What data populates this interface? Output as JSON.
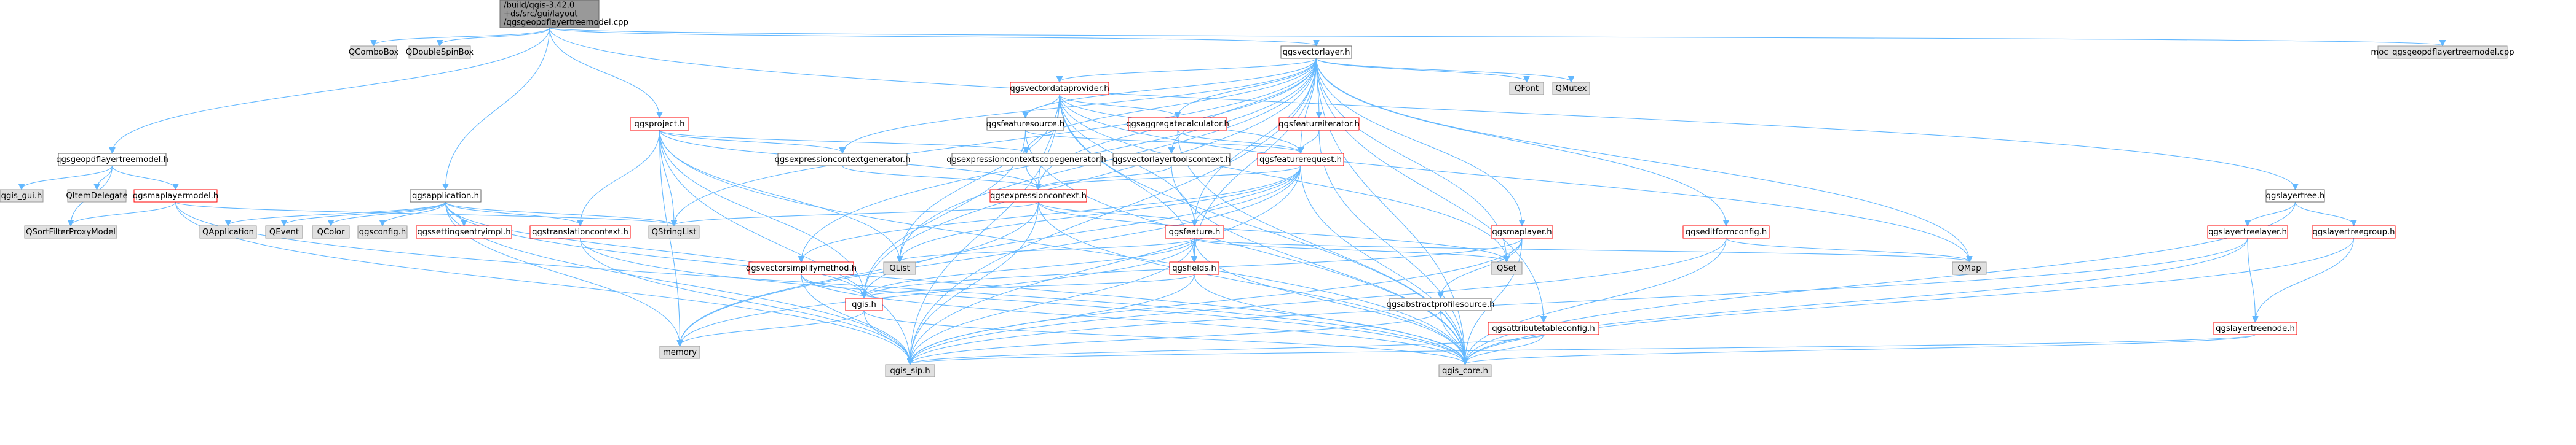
{
  "graph": {
    "colors": {
      "root_fill": "#999999",
      "root_border": "#666666",
      "plain_fill": "#ffffff",
      "plain_border": "#666666",
      "external_fill": "#e0e0e0",
      "external_border": "#999999",
      "incomplete_border": "#ff0000",
      "edge": "#63b8ff"
    },
    "nodes": [
      {
        "id": "root",
        "kind": "root",
        "lines": [
          "/build/qgis-3.42.0",
          "+ds/src/gui/layout",
          "/qgsgeopdflayertreemodel.cpp"
        ]
      },
      {
        "id": "qcombobox",
        "kind": "external",
        "lines": [
          "QComboBox"
        ]
      },
      {
        "id": "qdoublespinbox",
        "kind": "external",
        "lines": [
          "QDoubleSpinBox"
        ]
      },
      {
        "id": "qgsvectorlayer",
        "kind": "plain",
        "lines": [
          "qgsvectorlayer.h"
        ]
      },
      {
        "id": "moc",
        "kind": "external",
        "lines": [
          "moc_qgsgeopdflayertreemodel.cpp"
        ]
      },
      {
        "id": "qgsvectordataprovider",
        "kind": "incomplete",
        "lines": [
          "qgsvectordataprovider.h"
        ]
      },
      {
        "id": "qfont",
        "kind": "external",
        "lines": [
          "QFont"
        ]
      },
      {
        "id": "qmutex",
        "kind": "external",
        "lines": [
          "QMutex"
        ]
      },
      {
        "id": "qgsproject",
        "kind": "incomplete",
        "lines": [
          "qgsproject.h"
        ]
      },
      {
        "id": "qgsfeaturesource",
        "kind": "plain",
        "lines": [
          "qgsfeaturesource.h"
        ]
      },
      {
        "id": "qgsaggregatecalculator",
        "kind": "incomplete",
        "lines": [
          "qgsaggregatecalculator.h"
        ]
      },
      {
        "id": "qgsfeatureiterator",
        "kind": "incomplete",
        "lines": [
          "qgsfeatureiterator.h"
        ]
      },
      {
        "id": "qgsgeopdflayertreemodel",
        "kind": "plain",
        "lines": [
          "qgsgeopdflayertreemodel.h"
        ]
      },
      {
        "id": "qgsexpressioncontextgenerator",
        "kind": "plain",
        "lines": [
          "qgsexpressioncontextgenerator.h"
        ]
      },
      {
        "id": "qgsexpressioncontextscopegenerator",
        "kind": "plain",
        "lines": [
          "qgsexpressioncontextscopegenerator.h"
        ]
      },
      {
        "id": "qgsvectorlayertoolscontext",
        "kind": "plain",
        "lines": [
          "qgsvectorlayertoolscontext.h"
        ]
      },
      {
        "id": "qgsfeaturerequest",
        "kind": "incomplete",
        "lines": [
          "qgsfeaturerequest.h"
        ]
      },
      {
        "id": "qgis_gui",
        "kind": "external",
        "lines": [
          "qgis_gui.h"
        ]
      },
      {
        "id": "qitemdelegate",
        "kind": "external",
        "lines": [
          "QItemDelegate"
        ]
      },
      {
        "id": "qgsmaplayermodel",
        "kind": "incomplete",
        "lines": [
          "qgsmaplayermodel.h"
        ]
      },
      {
        "id": "qgsapplication",
        "kind": "plain",
        "lines": [
          "qgsapplication.h"
        ]
      },
      {
        "id": "qgsexpressioncontext",
        "kind": "incomplete",
        "lines": [
          "qgsexpressioncontext.h"
        ]
      },
      {
        "id": "qgslayertree",
        "kind": "plain",
        "lines": [
          "qgslayertree.h"
        ]
      },
      {
        "id": "qsortfilterproxymodel",
        "kind": "external",
        "lines": [
          "QSortFilterProxyModel"
        ]
      },
      {
        "id": "qapplication",
        "kind": "external",
        "lines": [
          "QApplication"
        ]
      },
      {
        "id": "qevent",
        "kind": "external",
        "lines": [
          "QEvent"
        ]
      },
      {
        "id": "qcolor",
        "kind": "external",
        "lines": [
          "QColor"
        ]
      },
      {
        "id": "qgsconfig",
        "kind": "external",
        "lines": [
          "qgsconfig.h"
        ]
      },
      {
        "id": "qgssettingsentryimpl",
        "kind": "incomplete",
        "lines": [
          "qgssettingsentryimpl.h"
        ]
      },
      {
        "id": "qgstranslationcontext",
        "kind": "incomplete",
        "lines": [
          "qgstranslationcontext.h"
        ]
      },
      {
        "id": "qstringlist",
        "kind": "external",
        "lines": [
          "QStringList"
        ]
      },
      {
        "id": "qgsfeature",
        "kind": "incomplete",
        "lines": [
          "qgsfeature.h"
        ]
      },
      {
        "id": "qgsmaplayer",
        "kind": "incomplete",
        "lines": [
          "qgsmaplayer.h"
        ]
      },
      {
        "id": "qgseditformconfig",
        "kind": "incomplete",
        "lines": [
          "qgseditformconfig.h"
        ]
      },
      {
        "id": "qgslayertreelayer",
        "kind": "incomplete",
        "lines": [
          "qgslayertreelayer.h"
        ]
      },
      {
        "id": "qgslayertreegroup",
        "kind": "incomplete",
        "lines": [
          "qgslayertreegroup.h"
        ]
      },
      {
        "id": "qmap",
        "kind": "external",
        "lines": [
          "QMap"
        ]
      },
      {
        "id": "qlist",
        "kind": "external",
        "lines": [
          "QList"
        ]
      },
      {
        "id": "qset",
        "kind": "external",
        "lines": [
          "QSet"
        ]
      },
      {
        "id": "qgsvectorsimplifymethod",
        "kind": "incomplete",
        "lines": [
          "qgsvectorsimplifymethod.h"
        ]
      },
      {
        "id": "qgsfields",
        "kind": "incomplete",
        "lines": [
          "qgsfields.h"
        ]
      },
      {
        "id": "qgis",
        "kind": "incomplete",
        "lines": [
          "qgis.h"
        ]
      },
      {
        "id": "qgsabstractprofilesource",
        "kind": "plain",
        "lines": [
          "qgsabstractprofilesource.h"
        ]
      },
      {
        "id": "qgsattributetableconfig",
        "kind": "incomplete",
        "lines": [
          "qgsattributetableconfig.h"
        ]
      },
      {
        "id": "qgslayertreenode",
        "kind": "incomplete",
        "lines": [
          "qgslayertreenode.h"
        ]
      },
      {
        "id": "memory",
        "kind": "external",
        "lines": [
          "memory"
        ]
      },
      {
        "id": "qgis_sip",
        "kind": "external",
        "lines": [
          "qgis_sip.h"
        ]
      },
      {
        "id": "qgis_core",
        "kind": "external",
        "lines": [
          "qgis_core.h"
        ]
      }
    ],
    "edges": [
      [
        "root",
        "qcombobox"
      ],
      [
        "root",
        "qdoublespinbox"
      ],
      [
        "root",
        "qgsvectorlayer"
      ],
      [
        "root",
        "moc"
      ],
      [
        "root",
        "qgsproject"
      ],
      [
        "root",
        "qgsgeopdflayertreemodel"
      ],
      [
        "root",
        "qgsapplication"
      ],
      [
        "root",
        "qgslayertree"
      ],
      [
        "qgsvectorlayer",
        "qgsvectordataprovider"
      ],
      [
        "qgsvectorlayer",
        "qfont"
      ],
      [
        "qgsvectorlayer",
        "qmutex"
      ],
      [
        "qgsvectorlayer",
        "qgsfeaturesource"
      ],
      [
        "qgsvectorlayer",
        "qgsaggregatecalculator"
      ],
      [
        "qgsvectorlayer",
        "qgsfeatureiterator"
      ],
      [
        "qgsvectorlayer",
        "qgsexpressioncontextgenerator"
      ],
      [
        "qgsvectorlayer",
        "qgsexpressioncontextscopegenerator"
      ],
      [
        "qgsvectorlayer",
        "qgsvectorlayertoolscontext"
      ],
      [
        "qgsvectorlayer",
        "qgsfeaturerequest"
      ],
      [
        "qgsvectorlayer",
        "qgsexpressioncontext"
      ],
      [
        "qgsvectorlayer",
        "qgsfeature"
      ],
      [
        "qgsvectorlayer",
        "qgsmaplayer"
      ],
      [
        "qgsvectorlayer",
        "qgseditformconfig"
      ],
      [
        "qgsvectorlayer",
        "qgsattributetableconfig"
      ],
      [
        "qgsvectorlayer",
        "qgsvectorsimplifymethod"
      ],
      [
        "qgsvectorlayer",
        "qgsfields"
      ],
      [
        "qgsvectorlayer",
        "qstringlist"
      ],
      [
        "qgsvectorlayer",
        "qlist"
      ],
      [
        "qgsvectorlayer",
        "qset"
      ],
      [
        "qgsvectorlayer",
        "qmap"
      ],
      [
        "qgsvectorlayer",
        "qgis"
      ],
      [
        "qgsvectorlayer",
        "qgis_sip"
      ],
      [
        "qgsvectorlayer",
        "qgis_core"
      ],
      [
        "qgsvectordataprovider",
        "qgsfeaturesource"
      ],
      [
        "qgsvectordataprovider",
        "qgsaggregatecalculator"
      ],
      [
        "qgsvectordataprovider",
        "qgsfeaturerequest"
      ],
      [
        "qgsvectordataprovider",
        "qgsfeature"
      ],
      [
        "qgsvectordataprovider",
        "qgsfields"
      ],
      [
        "qgsvectordataprovider",
        "qgsexpressioncontext"
      ],
      [
        "qgsvectordataprovider",
        "qlist"
      ],
      [
        "qgsvectordataprovider",
        "qset"
      ],
      [
        "qgsvectordataprovider",
        "qmap"
      ],
      [
        "qgsvectordataprovider",
        "qgis_sip"
      ],
      [
        "qgsvectordataprovider",
        "qgis_core"
      ],
      [
        "qgsproject",
        "qgsexpressioncontextgenerator"
      ],
      [
        "qgsproject",
        "qgsexpressioncontextscopegenerator"
      ],
      [
        "qgsproject",
        "qgstranslationcontext"
      ],
      [
        "qgsproject",
        "qgsexpressioncontext"
      ],
      [
        "qgsproject",
        "qstringlist"
      ],
      [
        "qgsproject",
        "qlist"
      ],
      [
        "qgsproject",
        "qgis"
      ],
      [
        "qgsproject",
        "memory"
      ],
      [
        "qgsproject",
        "qgis_sip"
      ],
      [
        "qgsproject",
        "qgis_core"
      ],
      [
        "qgsfeaturesource",
        "qgsfeaturerequest"
      ],
      [
        "qgsfeaturesource",
        "qgis"
      ],
      [
        "qgsfeaturesource",
        "qgis_core"
      ],
      [
        "qgsaggregatecalculator",
        "qgsfeaturerequest"
      ],
      [
        "qgsaggregatecalculator",
        "qgis_core"
      ],
      [
        "qgsfeatureiterator",
        "qgsfeaturerequest"
      ],
      [
        "qgsfeatureiterator",
        "qgis_core"
      ],
      [
        "qgsgeopdflayertreemodel",
        "qgis_gui"
      ],
      [
        "qgsgeopdflayertreemodel",
        "qitemdelegate"
      ],
      [
        "qgsgeopdflayertreemodel",
        "qgsmaplayermodel"
      ],
      [
        "qgsgeopdflayertreemodel",
        "qsortfilterproxymodel"
      ],
      [
        "qgsexpressioncontextgenerator",
        "qgsexpressioncontext"
      ],
      [
        "qgsexpressioncontextscopegenerator",
        "qgsexpressioncontext"
      ],
      [
        "qgsvectorlayertoolscontext",
        "qgsexpressioncontext"
      ],
      [
        "qgsvectorlayertoolscontext",
        "qgis_core"
      ],
      [
        "qgsfeaturerequest",
        "qgsexpressioncontext"
      ],
      [
        "qgsfeaturerequest",
        "qgsfeature"
      ],
      [
        "qgsfeaturerequest",
        "qgsvectorsimplifymethod"
      ],
      [
        "qgsfeaturerequest",
        "qlist"
      ],
      [
        "qgsfeaturerequest",
        "qgis"
      ],
      [
        "qgsfeaturerequest",
        "memory"
      ],
      [
        "qgsfeaturerequest",
        "qgis_sip"
      ],
      [
        "qgsfeaturerequest",
        "qgis_core"
      ],
      [
        "qgsmaplayermodel",
        "qsortfilterproxymodel"
      ],
      [
        "qgsmaplayermodel",
        "qstringlist"
      ],
      [
        "qgsmaplayermodel",
        "qgis_sip"
      ],
      [
        "qgsmaplayermodel",
        "qgis_core"
      ],
      [
        "qgsapplication",
        "qapplication"
      ],
      [
        "qgsapplication",
        "qevent"
      ],
      [
        "qgsapplication",
        "qcolor"
      ],
      [
        "qgsapplication",
        "qgsconfig"
      ],
      [
        "qgsapplication",
        "qgssettingsentryimpl"
      ],
      [
        "qgsapplication",
        "qgstranslationcontext"
      ],
      [
        "qgsapplication",
        "qstringlist"
      ],
      [
        "qgsapplication",
        "qgis"
      ],
      [
        "qgsapplication",
        "memory"
      ],
      [
        "qgsapplication",
        "qgis_sip"
      ],
      [
        "qgsapplication",
        "qgis_core"
      ],
      [
        "qgsexpressioncontext",
        "qgsfeature"
      ],
      [
        "qgsexpressioncontext",
        "qstringlist"
      ],
      [
        "qgsexpressioncontext",
        "qset"
      ],
      [
        "qgsexpressioncontext",
        "memory"
      ],
      [
        "qgsexpressioncontext",
        "qgis_sip"
      ],
      [
        "qgsexpressioncontext",
        "qgis_core"
      ],
      [
        "qgslayertree",
        "qgslayertreelayer"
      ],
      [
        "qgslayertree",
        "qgslayertreegroup"
      ],
      [
        "qgslayertree",
        "qgis_core"
      ],
      [
        "qgstranslationcontext",
        "qgis_sip"
      ],
      [
        "qgstranslationcontext",
        "qgis_core"
      ],
      [
        "qgsfeature",
        "qgsfields"
      ],
      [
        "qgsfeature",
        "qlist"
      ],
      [
        "qgsfeature",
        "qset"
      ],
      [
        "qgsfeature",
        "qmap"
      ],
      [
        "qgsfeature",
        "qgis"
      ],
      [
        "qgsfeature",
        "memory"
      ],
      [
        "qgsfeature",
        "qgis_sip"
      ],
      [
        "qgsfeature",
        "qgis_core"
      ],
      [
        "qgsmaplayer",
        "qgsabstractprofilesource"
      ],
      [
        "qgsmaplayer",
        "qset"
      ],
      [
        "qgsmaplayer",
        "qgis"
      ],
      [
        "qgsmaplayer",
        "qgis_sip"
      ],
      [
        "qgsmaplayer",
        "qgis_core"
      ],
      [
        "qgseditformconfig",
        "qmap"
      ],
      [
        "qgseditformconfig",
        "qgis_sip"
      ],
      [
        "qgseditformconfig",
        "qgis_core"
      ],
      [
        "qgslayertreelayer",
        "qgslayertreenode"
      ],
      [
        "qgslayertreelayer",
        "qgis_sip"
      ],
      [
        "qgslayertreelayer",
        "qgis_core"
      ],
      [
        "qgslayertreegroup",
        "qgslayertreenode"
      ],
      [
        "qgslayertreegroup",
        "qgis_core"
      ],
      [
        "qgslayertreenode",
        "qgis_sip"
      ],
      [
        "qgslayertreenode",
        "qgis_core"
      ],
      [
        "qgsvectorsimplifymethod",
        "qgis"
      ],
      [
        "qgsvectorsimplifymethod",
        "qgis_sip"
      ],
      [
        "qgsvectorsimplifymethod",
        "qgis_core"
      ],
      [
        "qgsfields",
        "qgis"
      ],
      [
        "qgsfields",
        "qgis_sip"
      ],
      [
        "qgsfields",
        "qgis_core"
      ],
      [
        "qgis",
        "memory"
      ],
      [
        "qgis",
        "qgis_sip"
      ],
      [
        "qgis",
        "qgis_core"
      ],
      [
        "qgsabstractprofilesource",
        "qgis_sip"
      ],
      [
        "qgsabstractprofilesource",
        "qgis_core"
      ],
      [
        "qgsattributetableconfig",
        "qgis_sip"
      ],
      [
        "qgsattributetableconfig",
        "qgis_core"
      ]
    ]
  }
}
